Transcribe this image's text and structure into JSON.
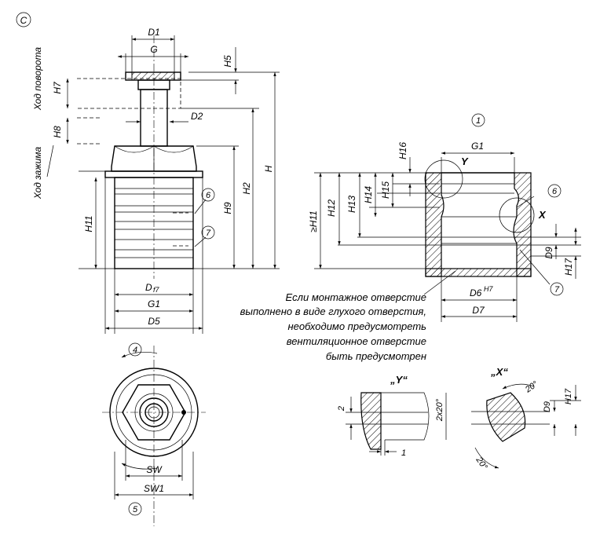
{
  "view_letter": "C",
  "side_labels": {
    "rotation_stroke": "Ход поворота",
    "clamping_stroke": "Ход зажима"
  },
  "dims_main": {
    "D1": "D1",
    "G": "G",
    "H5": "H5",
    "H7": "H7",
    "H8": "H8",
    "D2": "D2",
    "H": "H",
    "H2": "H2",
    "H9": "H9",
    "H11": "H11",
    "Df7": "D",
    "Df7_sub": "f7",
    "G1": "G1",
    "D5": "D5"
  },
  "callouts": {
    "c1": "1",
    "c4": "4",
    "c5": "5",
    "c6": "6",
    "c7": "7"
  },
  "dims_hole": {
    "G1": "G1",
    "H16": "H16",
    "Y": "Y",
    "X": "X",
    "H15": "H15",
    "H14": "H14",
    "H13": "H13",
    "H12": "H12",
    "geH11": "≥H11",
    "D9": "D9",
    "H17": "H17",
    "D6": "D6",
    "D6_sup": "H7",
    "D7": "D7"
  },
  "note_lines": [
    "Если монтажное отверстие",
    "выполнено в виде глухого отверстия,",
    "необходимо предусмотреть",
    "вентиляционное отверстие",
    "быть предусмотрен"
  ],
  "top_view": {
    "SW": "SW",
    "SW1": "SW1"
  },
  "detail_y": {
    "title": "„Y“",
    "dim_2": "2",
    "dim_2x20": "2x20°",
    "dim_1": "1"
  },
  "detail_x": {
    "title": "„X“",
    "angle_top": "20°",
    "angle_bottom": "20°",
    "D9": "D9",
    "H17": "H17"
  }
}
